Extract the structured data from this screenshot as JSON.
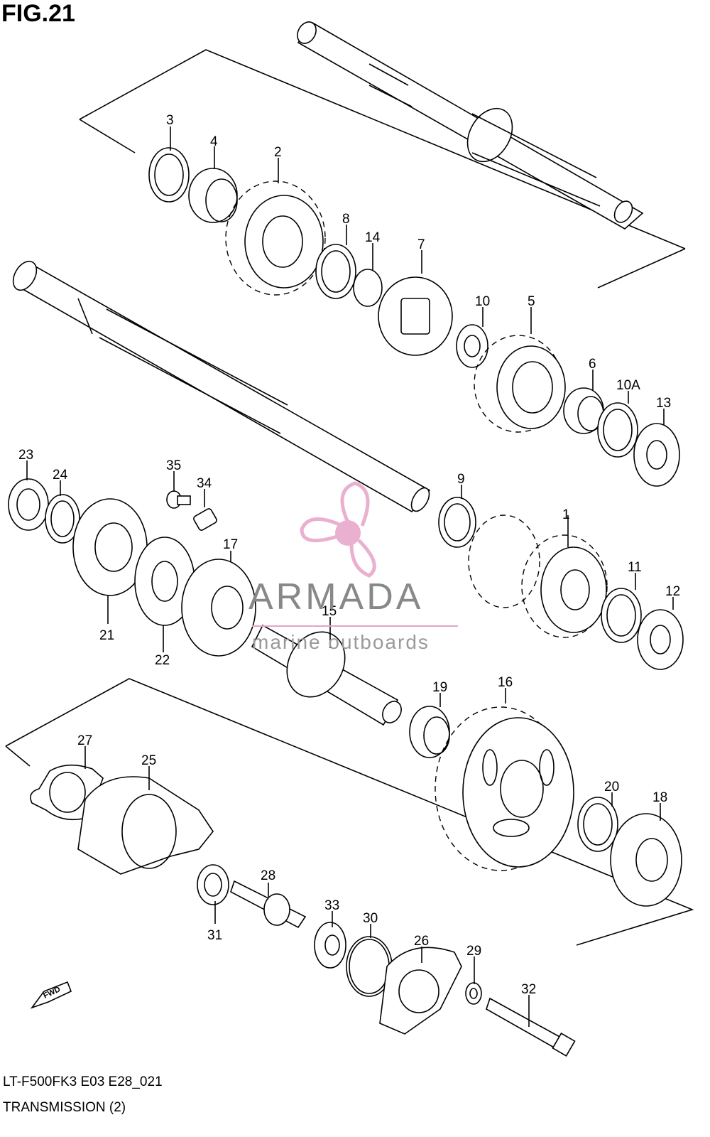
{
  "figure_title": "FIG.21",
  "footer_code": "LT-F500FK3 E03 E28_021",
  "footer_title": "TRANSMISSION (2)",
  "fwd_label": "FWD",
  "watermark": {
    "brand": "ARMADA",
    "sub": "marine outboards",
    "color": "#e6a3c8"
  },
  "callouts": [
    "1",
    "2",
    "3",
    "4",
    "5",
    "6",
    "7",
    "8",
    "9",
    "10",
    "10A",
    "11",
    "12",
    "13",
    "14",
    "15",
    "16",
    "17",
    "18",
    "19",
    "20",
    "21",
    "22",
    "23",
    "24",
    "25",
    "26",
    "27",
    "28",
    "29",
    "30",
    "31",
    "32",
    "33",
    "34",
    "35"
  ]
}
